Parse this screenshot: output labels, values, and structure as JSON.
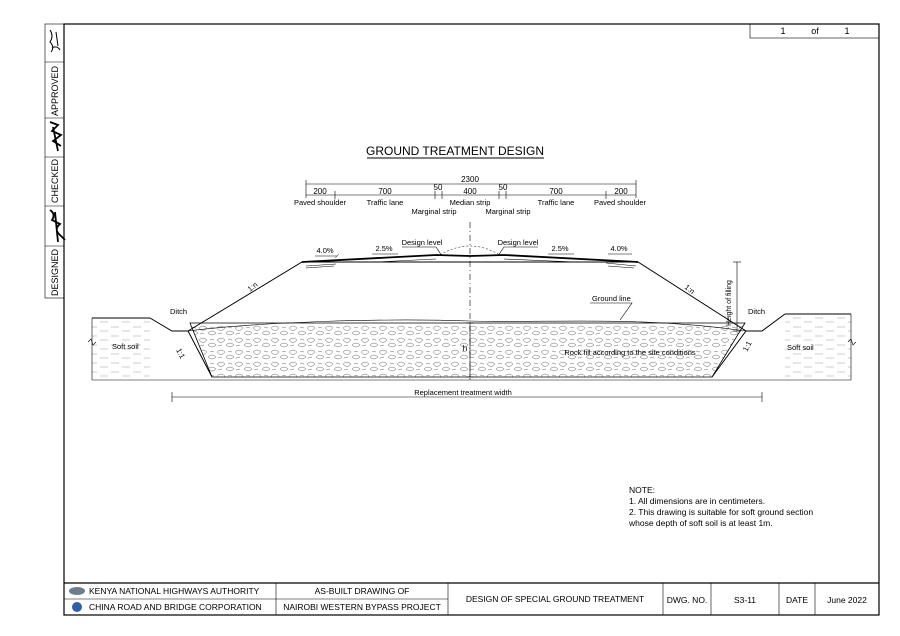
{
  "page": {
    "number": "1",
    "of_label": "of",
    "total": "1"
  },
  "side_stamps": {
    "designed": "DESIGNED",
    "checked": "CHECKED",
    "approved": "APPROVED"
  },
  "drawing": {
    "title": "GROUND TREATMENT DESIGN",
    "total_width": "2300",
    "segments": [
      "200",
      "700",
      "50",
      "400",
      "50",
      "700",
      "200"
    ],
    "segment_labels": {
      "paved_shoulder_left": "Paved shoulder",
      "traffic_lane_left": "Traffic lane",
      "marginal_strip_left": "Marginal strip",
      "median_strip": "Median strip",
      "marginal_strip_right": "Marginal strip",
      "traffic_lane_right": "Traffic lane",
      "paved_shoulder_right": "Paved shoulder"
    },
    "slopes": {
      "shoulder_left": "4.0%",
      "lane_left": "2.5%",
      "lane_right": "2.5%",
      "shoulder_right": "4.0%",
      "embankment_left": "1:n",
      "embankment_right": "1:n",
      "excavation_left": "1:1",
      "excavation_right": "1:1"
    },
    "labels": {
      "design_level_left": "Design level",
      "design_level_right": "Design level",
      "ditch_left": "Ditch",
      "ditch_right": "Ditch",
      "soft_soil_left": "Soft soil",
      "soft_soil_right": "Soft soil",
      "ground_line": "Ground line",
      "height_of_filling": "Height of filling",
      "depth_symbol": "h",
      "rock_fill": "Rock fill according to the site conditions",
      "replacement_width": "Replacement treatment width"
    }
  },
  "notes": {
    "heading": "NOTE:",
    "line1": "1. All dimensions are in centimeters.",
    "line2": "2. This drawing is suitable for soft ground section",
    "line3": "whose depth of soft soil is at least 1m."
  },
  "title_block": {
    "org1": "KENYA NATIONAL HIGHWAYS AUTHORITY",
    "org2": "CHINA ROAD AND BRIDGE CORPORATION",
    "project_line1": "AS-BUILT DRAWING OF",
    "project_line2": "NAIROBI WESTERN BYPASS PROJECT",
    "drawing_title": "DESIGN OF SPECIAL GROUND TREATMENT",
    "dwg_no_label": "DWG. NO.",
    "dwg_no": "S3-11",
    "date_label": "DATE",
    "date": "June 2022"
  }
}
